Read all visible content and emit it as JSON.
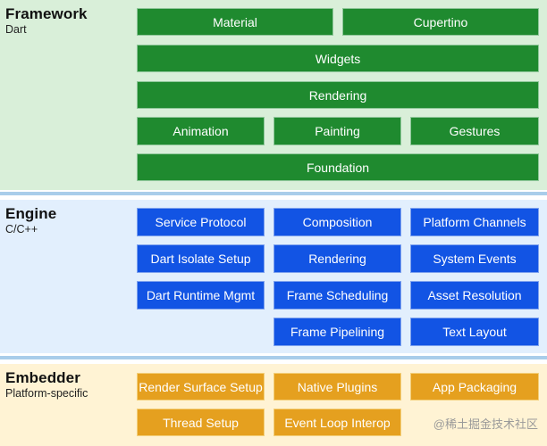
{
  "framework": {
    "title": "Framework",
    "subtitle": "Dart",
    "blocks": [
      "Material",
      "Cupertino",
      "Widgets",
      "Rendering",
      "Animation",
      "Painting",
      "Gestures",
      "Foundation"
    ]
  },
  "engine": {
    "title": "Engine",
    "subtitle": "C/C++",
    "blocks": [
      "Service Protocol",
      "Composition",
      "Platform Channels",
      "Dart Isolate Setup",
      "Rendering",
      "System Events",
      "Dart Runtime Mgmt",
      "Frame Scheduling",
      "Asset Resolution",
      "Frame Pipelining",
      "Text Layout"
    ]
  },
  "embedder": {
    "title": "Embedder",
    "subtitle": "Platform-specific",
    "blocks": [
      "Render Surface Setup",
      "Native Plugins",
      "App Packaging",
      "Thread Setup",
      "Event Loop Interop"
    ]
  },
  "watermark": "@稀土掘金技术社区",
  "colors": {
    "framework_block": "#1f8a2f",
    "engine_block": "#1254e4",
    "embedder_block": "#e5a01f",
    "framework_bg": "#d9efd9",
    "engine_bg": "#e2effd",
    "embedder_bg": "#fff3d4"
  }
}
